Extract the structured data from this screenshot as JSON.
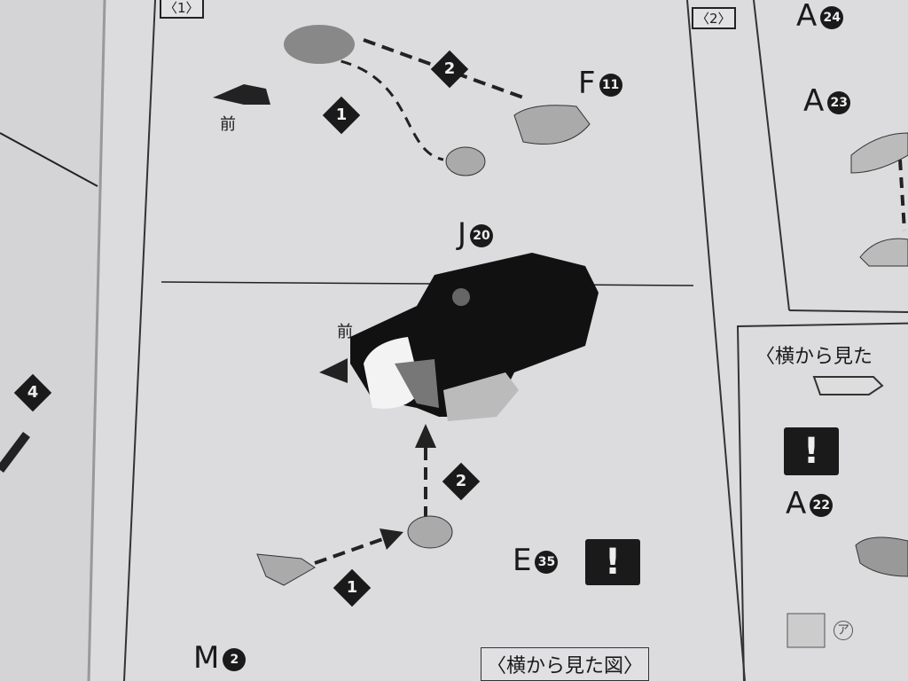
{
  "step1_label": "〈1〉",
  "step2_label": "〈2〉",
  "front_label": "前",
  "front_label_2": "前",
  "parts": {
    "f": {
      "letter": "F",
      "num": "11"
    },
    "j": {
      "letter": "J",
      "num": "20"
    },
    "a24": {
      "letter": "A",
      "num": "24"
    },
    "a23": {
      "letter": "A",
      "num": "23"
    },
    "a22": {
      "letter": "A",
      "num": "22"
    },
    "e": {
      "letter": "E",
      "num": "35"
    },
    "m": {
      "letter": "M",
      "num": "2"
    }
  },
  "diamonds": [
    "1",
    "2",
    "1",
    "2",
    "4"
  ],
  "side_view_label": "〈横から見た図〉",
  "side_view_label_partial": "〈横から見た",
  "exclamation": "!",
  "small_mark": "ア"
}
